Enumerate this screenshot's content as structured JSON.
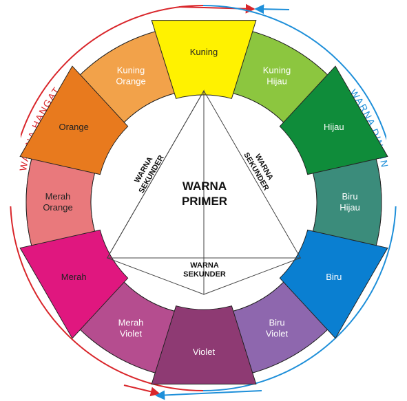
{
  "wheel": {
    "segments": [
      {
        "id": "kuning",
        "label": [
          "Kuning"
        ],
        "color": "#FFF200",
        "primary": true,
        "text_color": "#222222"
      },
      {
        "id": "kuning-hijau",
        "label": [
          "Kuning",
          "Hijau"
        ],
        "color": "#8CC63F",
        "primary": false,
        "text_color": "#ffffff"
      },
      {
        "id": "hijau",
        "label": [
          "Hijau"
        ],
        "color": "#0F8C3A",
        "primary": true,
        "text_color": "#ffffff"
      },
      {
        "id": "biru-hijau",
        "label": [
          "Biru",
          "Hijau"
        ],
        "color": "#3B8C7B",
        "primary": false,
        "text_color": "#ffffff"
      },
      {
        "id": "biru",
        "label": [
          "Biru"
        ],
        "color": "#0A7FD1",
        "primary": true,
        "text_color": "#ffffff"
      },
      {
        "id": "biru-violet",
        "label": [
          "Biru",
          "Violet"
        ],
        "color": "#8E67AE",
        "primary": false,
        "text_color": "#ffffff"
      },
      {
        "id": "violet",
        "label": [
          "Violet"
        ],
        "color": "#8E3A73",
        "primary": true,
        "text_color": "#ffffff"
      },
      {
        "id": "merah-violet",
        "label": [
          "Merah",
          "Violet"
        ],
        "color": "#B54D8F",
        "primary": false,
        "text_color": "#ffffff"
      },
      {
        "id": "merah",
        "label": [
          "Merah"
        ],
        "color": "#E0177F",
        "primary": true,
        "text_color": "#222222"
      },
      {
        "id": "merah-orange",
        "label": [
          "Merah",
          "Orange"
        ],
        "color": "#E9797C",
        "primary": false,
        "text_color": "#222222"
      },
      {
        "id": "orange",
        "label": [
          "Orange"
        ],
        "color": "#E87A1E",
        "primary": true,
        "text_color": "#222222"
      },
      {
        "id": "kuning-orange",
        "label": [
          "Kuning",
          "Orange"
        ],
        "color": "#F2A24A",
        "primary": false,
        "text_color": "#ffffff"
      }
    ],
    "center": {
      "line1": "WARNA",
      "line2": "PRIMER"
    },
    "secondary_labels": [
      {
        "line1": "WARNA",
        "line2": "SEKUNDER"
      },
      {
        "line1": "WARNA",
        "line2": "SEKUNDER"
      },
      {
        "line1": "WARNA",
        "line2": "SEKUNDER"
      }
    ],
    "warm_label": "WARNA HANGAT",
    "cool_label": "WARNA DINGIN",
    "warm_color": "#D9262B",
    "cool_color": "#1E8FD9"
  }
}
